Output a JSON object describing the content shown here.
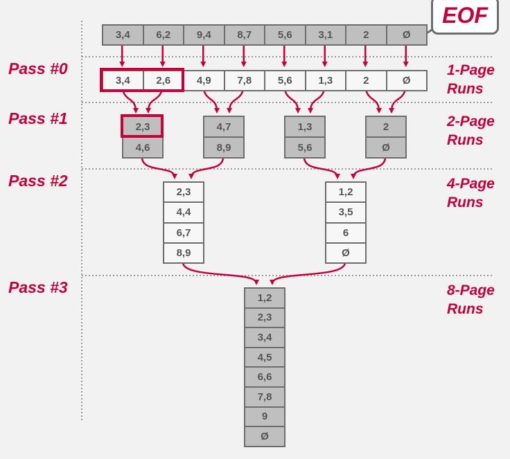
{
  "eof_label": "EOF",
  "input_pages": [
    "3,4",
    "6,2",
    "9,4",
    "8,7",
    "5,6",
    "3,1",
    "2",
    "Ø"
  ],
  "passes": [
    {
      "label": "Pass #0",
      "runs_label": [
        "1-Page",
        "Runs"
      ],
      "runs": [
        [
          "3,4"
        ],
        [
          "2,6"
        ],
        [
          "4,9"
        ],
        [
          "7,8"
        ],
        [
          "5,6"
        ],
        [
          "1,3"
        ],
        [
          "2"
        ],
        [
          "Ø"
        ]
      ]
    },
    {
      "label": "Pass #1",
      "runs_label": [
        "2-Page",
        "Runs"
      ],
      "runs": [
        [
          "2,3",
          "4,6"
        ],
        [
          "4,7",
          "8,9"
        ],
        [
          "1,3",
          "5,6"
        ],
        [
          "2",
          "Ø"
        ]
      ]
    },
    {
      "label": "Pass #2",
      "runs_label": [
        "4-Page",
        "Runs"
      ],
      "runs": [
        [
          "2,3",
          "4,4",
          "6,7",
          "8,9"
        ],
        [
          "1,2",
          "3,5",
          "6",
          "Ø"
        ]
      ]
    },
    {
      "label": "Pass #3",
      "runs_label": [
        "8-Page",
        "Runs"
      ],
      "runs": [
        [
          "1,2",
          "2,3",
          "3,4",
          "4,5",
          "6,6",
          "7,8",
          "9",
          "Ø"
        ]
      ]
    }
  ],
  "colors": {
    "accent": "#c8003a",
    "cell_gray": "#bfbfbf",
    "border": "#6d6d6d"
  }
}
